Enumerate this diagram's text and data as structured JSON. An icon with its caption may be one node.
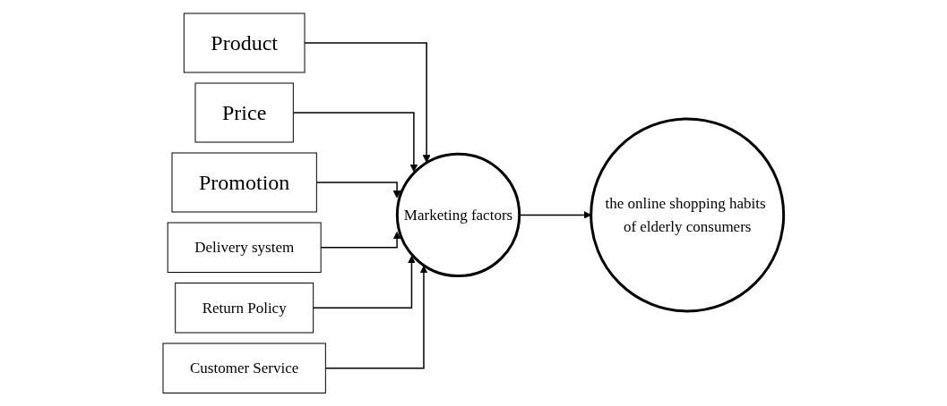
{
  "diagram": {
    "nodes": [
      {
        "text": [
          "Product"
        ]
      },
      {
        "text": [
          "Price"
        ]
      },
      {
        "text": [
          "Promotion"
        ]
      },
      {
        "text": [
          "Delivery system"
        ]
      },
      {
        "text": [
          "Return Policy"
        ]
      },
      {
        "text": [
          "Customer Service"
        ]
      },
      {
        "text": [
          "Marketing factors"
        ]
      },
      {
        "text": [
          "the online shopping habits of elderly consumers"
        ]
      }
    ],
    "edges": [
      {
        "from": 0,
        "to": 6,
        "arrow": "to"
      },
      {
        "from": 1,
        "to": 6,
        "arrow": "to"
      },
      {
        "from": 2,
        "to": 6,
        "arrow": "to"
      },
      {
        "from": 3,
        "to": 6,
        "arrow": "to"
      },
      {
        "from": 4,
        "to": 6,
        "arrow": "to"
      },
      {
        "from": 5,
        "to": 6,
        "arrow": "to"
      },
      {
        "from": 6,
        "to": 7,
        "arrow": "to"
      }
    ]
  }
}
